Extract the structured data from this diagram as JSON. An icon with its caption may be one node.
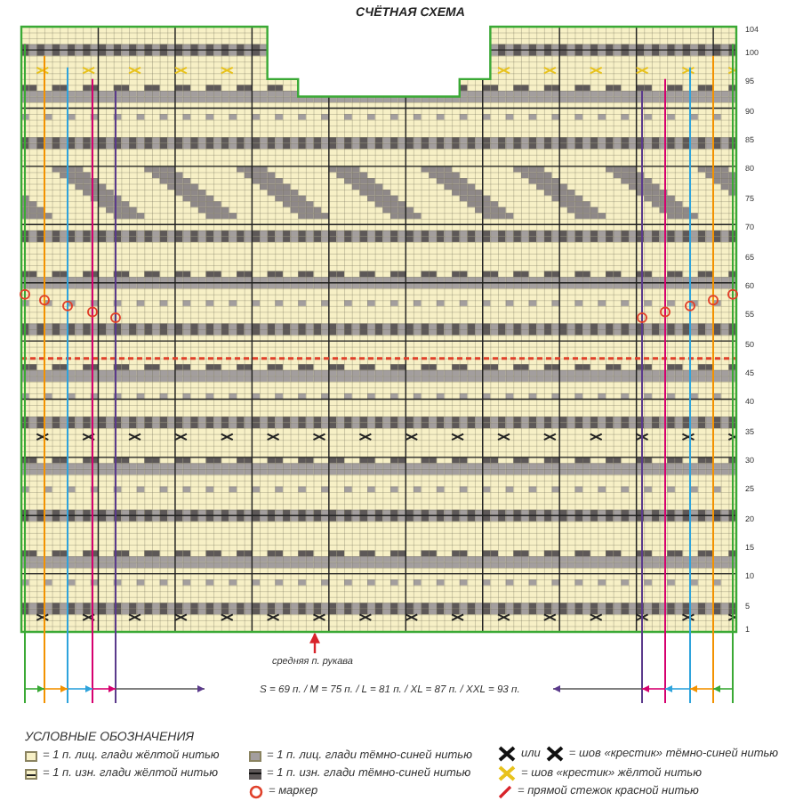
{
  "diagram": {
    "title": "СЧЁТНАЯ СХЕМА",
    "nodes": [
      {
        "text": [],
        "shape": "picture"
      },
      {
        "text": [
          "средняя п. рукава"
        ]
      }
    ],
    "edges": [
      {
        "from": 1,
        "to": 0,
        "arrow": "to",
        "color": "#d8232a"
      }
    ],
    "labels": [
      "104",
      "100",
      "95",
      "90",
      "85",
      "80",
      "75",
      "70",
      "65",
      "60",
      "55",
      "50",
      "45",
      "40",
      "35",
      "30",
      "25",
      "20",
      "15",
      "10",
      "5",
      "1",
      "S = 69 п. / M = 75 п. / L = 81 п. / XL = 87 п. / XXL = 93 п.",
      "УСЛОВНЫЕ ОБОЗНАЧЕНИЯ",
      "или"
    ],
    "legend": [
      {
        "text": "= 1 п. лиц. глади жёлтой нитью",
        "color": "#f7f0c6"
      },
      {
        "text": "= 1 п. изн. глади жёлтой нитью"
      },
      {
        "text": "= 1 п. лиц. глади тёмно-синей нитью",
        "color": "#a39e9e"
      },
      {
        "text": "= 1 п. изн. глади тёмно-синей нитью"
      },
      {
        "text": "= маркер"
      },
      {
        "text": "= шов «крестик» тёмно-синей нитью"
      },
      {
        "text": "= шов «крестик» жёлтой нитью"
      },
      {
        "text": "= прямой стежок красной нитью"
      }
    ]
  }
}
